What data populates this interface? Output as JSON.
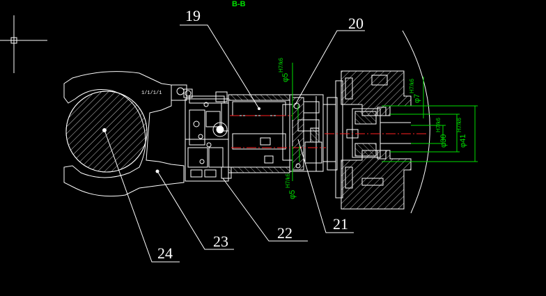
{
  "section_label": "B-B",
  "part_labels": {
    "p19": "19",
    "p20": "20",
    "p21": "21",
    "p22": "22",
    "p23": "23",
    "p24": "24"
  },
  "dimensions": {
    "d5_top": "φ5",
    "d5_top_fit": "H7/k6",
    "d5_bot": "φ5",
    "d5_bot_fit": "H7/k6",
    "d7": "φ7",
    "d7_fit": "H7/k6",
    "d30": "φ30",
    "d30_fit": "H7/k6",
    "d41": "φ41",
    "d41_fit": "H7/k6"
  },
  "colors": {
    "background": "#000000",
    "outline": "#ffffff",
    "dimension": "#00e000",
    "centerline": "#ff2020"
  },
  "icons": {
    "cursor": "crosshair-cursor-icon"
  }
}
